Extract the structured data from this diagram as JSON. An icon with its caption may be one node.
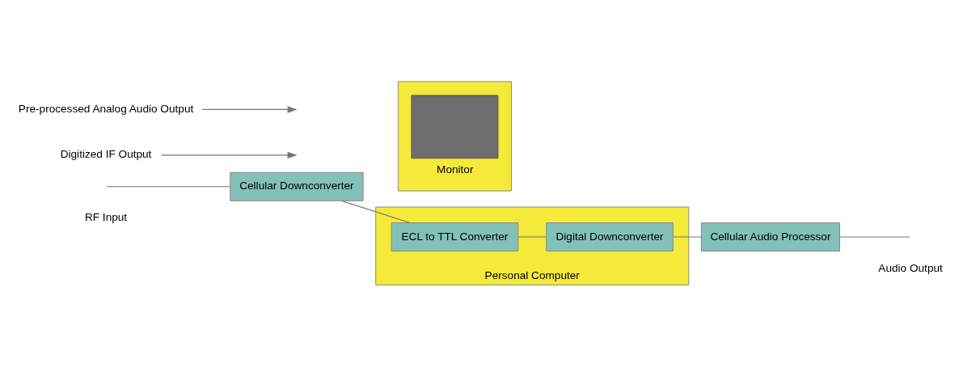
{
  "diagram": {
    "nodes": [
      {
        "text": [
          "Monitor"
        ]
      },
      {
        "text": [
          "Personal Computer"
        ]
      },
      {
        "text": [
          "Cellular Downconverter"
        ]
      },
      {
        "text": [
          "ECL to TTL Converter"
        ],
        "in": 1
      },
      {
        "text": [
          "Digital Downconverter"
        ],
        "in": 1
      },
      {
        "text": [
          "Cellular Audio Processor"
        ]
      },
      {
        "text": [
          "Digitized IF Output"
        ]
      },
      {
        "text": [
          "Pre-processed Analog Audio Output"
        ]
      }
    ],
    "edges": [
      {
        "from": null,
        "to": 2,
        "arrow": "none"
      },
      {
        "from": 2,
        "to": 3,
        "arrow": "none"
      },
      {
        "from": 3,
        "to": 4,
        "arrow": "none"
      },
      {
        "from": 4,
        "to": 5,
        "arrow": "none"
      },
      {
        "from": 5,
        "to": null,
        "arrow": "none"
      },
      {
        "from": 6,
        "to": null,
        "arrow": "to"
      },
      {
        "from": 7,
        "to": null,
        "arrow": "to"
      }
    ],
    "labels": [
      "RF Input",
      "Audio Output"
    ]
  }
}
